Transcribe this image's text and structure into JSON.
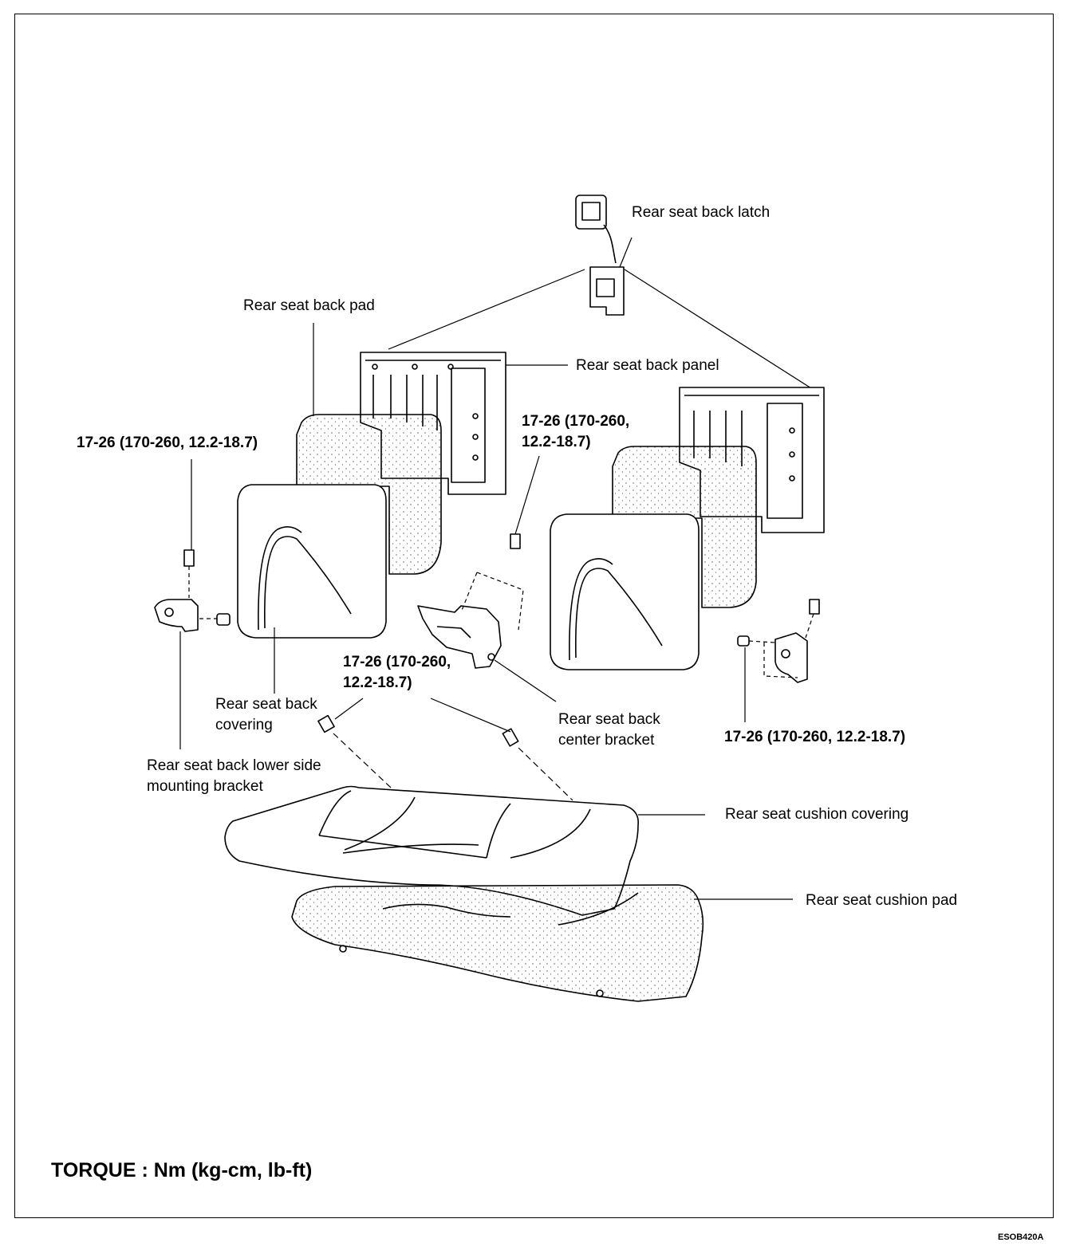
{
  "labels": {
    "back_latch": "Rear seat back latch",
    "back_pad": "Rear seat back pad",
    "back_panel": "Rear seat back panel",
    "torque_left": "17-26 (170-260, 12.2-18.7)",
    "torque_upper_center_1": "17-26 (170-260,",
    "torque_upper_center_2": "12.2-18.7)",
    "torque_lower_center_1": "17-26 (170-260,",
    "torque_lower_center_2": "12.2-18.7)",
    "back_covering_1": "Rear seat back",
    "back_covering_2": "covering",
    "center_bracket_1": "Rear seat back",
    "center_bracket_2": "center bracket",
    "torque_right": "17-26 (170-260, 12.2-18.7)",
    "lower_side_bracket_1": "Rear seat back lower side",
    "lower_side_bracket_2": "mounting bracket",
    "cushion_covering": "Rear seat cushion covering",
    "cushion_pad": "Rear seat cushion pad"
  },
  "footer": {
    "torque_unit": "TORQUE : Nm (kg-cm, lb-ft)",
    "figure_code": "ESOB420A"
  }
}
